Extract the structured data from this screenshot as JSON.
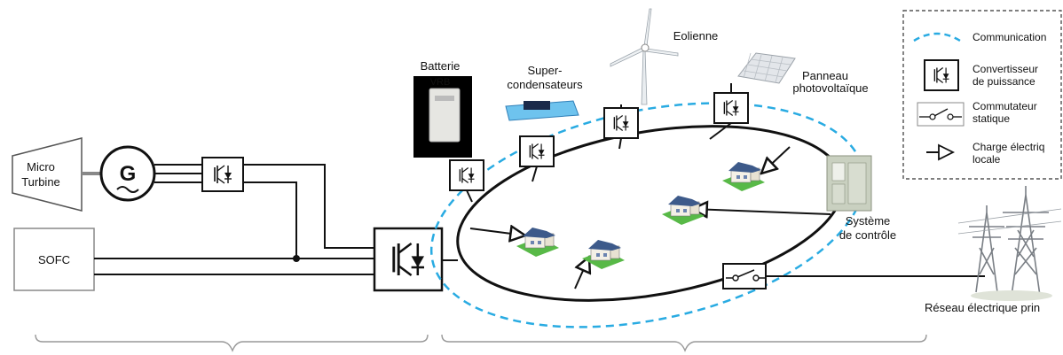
{
  "labels": {
    "micro_turbine_line1": "Micro",
    "micro_turbine_line2": "Turbine",
    "generator": "G",
    "sofc": "SOFC",
    "battery_line1": "Batterie",
    "battery_line2": "VRB",
    "supercap_line1": "Super-",
    "supercap_line2": "condensateurs",
    "wind": "Eolienne",
    "pv_line1": "Panneau",
    "pv_line2": "photovoltaïque",
    "control_line1": "Système",
    "control_line2": "de contrôle",
    "grid": "Réseau électrique prin"
  },
  "legend": {
    "communication": "Communication",
    "converter_line1": "Convertisseur",
    "converter_line2": "de puissance",
    "switch_line1": "Commutateur",
    "switch_line2": "statique",
    "load_line1": "Charge électriq",
    "load_line2": "locale"
  },
  "colors": {
    "communication": "#29abe2",
    "line": "#111111",
    "house_roof": "#3d5a8a",
    "grass": "#58b947",
    "cabinet": "#c9d0c0",
    "pylon": "#7a7f85"
  }
}
